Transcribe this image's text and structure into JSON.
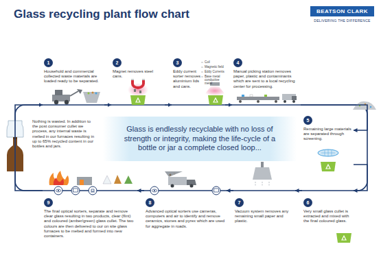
{
  "diagram": {
    "title": "Glass recycling plant flow chart",
    "nodes": [
      {
        "text": [
          "1",
          "Household and commercial collected waste materials are loaded ready to be separated."
        ]
      },
      {
        "text": [
          "2",
          "Magnet removes steel cans."
        ]
      },
      {
        "text": [
          "3",
          "Eddy current sorter removes aluminium lids and cans."
        ]
      },
      {
        "text": [
          "4",
          "Manual picking station removes paper, plastic and contaminants which are sent to a local recycling center for processing."
        ]
      },
      {
        "text": [
          "5",
          "Remaining large materials are separated through screening."
        ]
      },
      {
        "text": [
          "6",
          "Very small glass cullet is extracted and mixed with the final coloured glass."
        ]
      },
      {
        "text": [
          "7",
          "Vacuum system removes any remaining small paper and plastic."
        ]
      },
      {
        "text": [
          "8",
          "Advanced optical sorters use cameras, computers and air to identify and remove ceramics, stones and pyrex which are used for aggregate in roads."
        ]
      },
      {
        "text": [
          "9",
          "The final optical sorters, separate and remove clear glass resulting in two products, clear (flint) and coloured (amber/green) glass cullet. The two colours are then delivered to our on site glass furnaces to be melted and formed into new containers."
        ]
      },
      {
        "text": [
          "Nothing is wasted. In addition to the post consumer cullet we process, any internal waste is melted in our furnaces resulting in up to 65% recycled content in our bottles and jars."
        ]
      },
      {
        "text": [
          "Glass is endlessly recyclable with no loss of strength or integrity, making the life-cycle of a bottle or jar a complete closed loop..."
        ]
      }
    ],
    "edges": [
      {
        "from": 0,
        "to": 1,
        "arrow": "to"
      },
      {
        "from": 1,
        "to": 2,
        "arrow": "to"
      },
      {
        "from": 2,
        "to": 3,
        "arrow": "to"
      },
      {
        "from": 3,
        "to": 4,
        "arrow": "to"
      },
      {
        "from": 4,
        "to": 5,
        "arrow": "to"
      },
      {
        "from": 5,
        "to": 6,
        "arrow": "to"
      },
      {
        "from": 6,
        "to": 7,
        "arrow": "to"
      },
      {
        "from": 7,
        "to": 8,
        "arrow": "to"
      },
      {
        "from": 8,
        "to": 0,
        "arrow": "to"
      }
    ],
    "labels": [
      "BEATSON CLARK",
      "DELIVERING THE DIFFERENCE",
      "Coil",
      "Magnetic field",
      "Eddy Currents",
      "Base metal conductive metal"
    ]
  }
}
